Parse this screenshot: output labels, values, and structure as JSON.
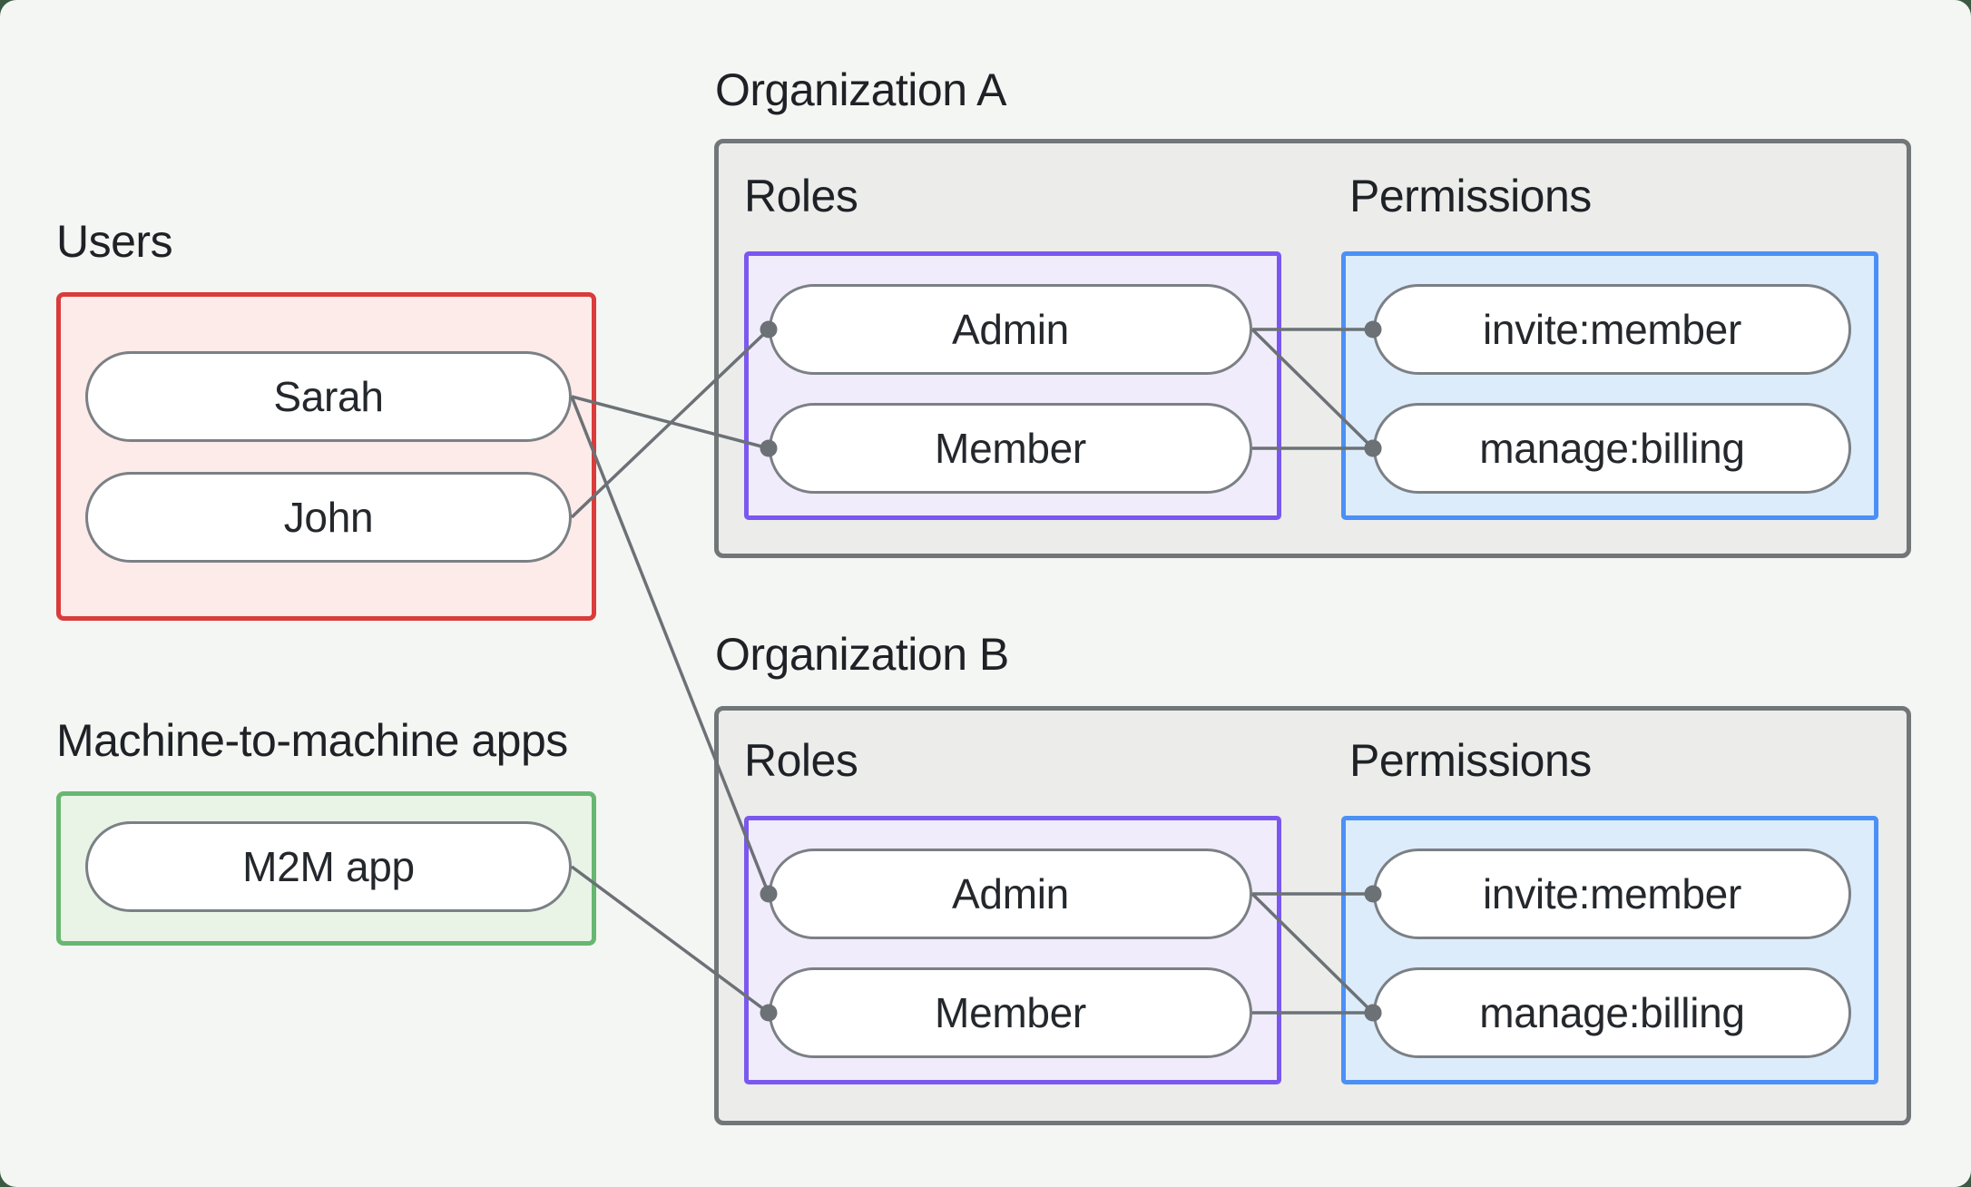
{
  "groups": {
    "users": {
      "label": "Users",
      "items": [
        {
          "id": "sarah",
          "label": "Sarah"
        },
        {
          "id": "john",
          "label": "John"
        }
      ]
    },
    "m2m": {
      "label": "Machine-to-machine apps",
      "items": [
        {
          "id": "m2m",
          "label": "M2M app"
        }
      ]
    }
  },
  "organizations": [
    {
      "label": "Organization A",
      "roles": {
        "label": "Roles",
        "items": [
          {
            "id": "orgA-admin",
            "label": "Admin"
          },
          {
            "id": "orgA-member",
            "label": "Member"
          }
        ]
      },
      "permissions": {
        "label": "Permissions",
        "items": [
          {
            "id": "orgA-invite",
            "label": "invite:member"
          },
          {
            "id": "orgA-billing",
            "label": "manage:billing"
          }
        ]
      }
    },
    {
      "label": "Organization B",
      "roles": {
        "label": "Roles",
        "items": [
          {
            "id": "orgB-admin",
            "label": "Admin"
          },
          {
            "id": "orgB-member",
            "label": "Member"
          }
        ]
      },
      "permissions": {
        "label": "Permissions",
        "items": [
          {
            "id": "orgB-invite",
            "label": "invite:member"
          },
          {
            "id": "orgB-billing",
            "label": "manage:billing"
          }
        ]
      }
    }
  ],
  "edges": [
    {
      "from": "sarah",
      "to": "orgA-member"
    },
    {
      "from": "john",
      "to": "orgA-admin"
    },
    {
      "from": "sarah",
      "to": "orgB-admin"
    },
    {
      "from": "m2m",
      "to": "orgB-member"
    },
    {
      "from": "orgA-admin",
      "to": "orgA-invite"
    },
    {
      "from": "orgA-admin",
      "to": "orgA-billing"
    },
    {
      "from": "orgA-member",
      "to": "orgA-billing"
    },
    {
      "from": "orgB-admin",
      "to": "orgB-invite"
    },
    {
      "from": "orgB-admin",
      "to": "orgB-billing"
    },
    {
      "from": "orgB-member",
      "to": "orgB-billing"
    }
  ],
  "colors": {
    "page_background": "#3b5a43",
    "canvas_background": "#f4f6f3",
    "users_border": "#da3b3b",
    "users_fill": "#fcebe9",
    "m2m_border": "#68b771",
    "m2m_fill": "#e9f4e7",
    "org_border": "#717678",
    "org_fill": "#ececea",
    "roles_border": "#7a58f0",
    "roles_fill": "#f1ecfb",
    "permissions_border": "#4b90f6",
    "permissions_fill": "#ddecfb",
    "pill_border": "#7b8085",
    "connector": "#6c7176",
    "text": "#1e2226"
  }
}
